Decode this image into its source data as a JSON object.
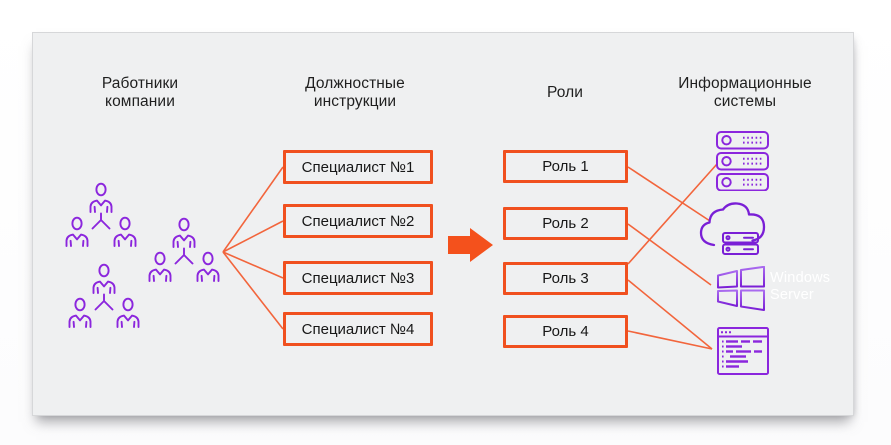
{
  "diagram": {
    "columns": [
      {
        "id": "employees",
        "title": "Работники\nкомпании"
      },
      {
        "id": "instructions",
        "title": "Должностные\nинструкции"
      },
      {
        "id": "roles",
        "title": "Роли"
      },
      {
        "id": "systems",
        "title": "Информационные\nсистемы"
      }
    ],
    "instruction_boxes": [
      "Специалист №1",
      "Специалист №2",
      "Специалист №3",
      "Специалист №4"
    ],
    "role_boxes": [
      "Роль 1",
      "Роль 2",
      "Роль 3",
      "Роль 4"
    ],
    "systems": [
      {
        "icon": "server-stack-icon"
      },
      {
        "icon": "cloud-server-icon"
      },
      {
        "icon": "windows-logo-icon",
        "label": "Windows\nServer"
      },
      {
        "icon": "code-window-icon"
      }
    ],
    "employee_group_count": 3,
    "connections": {
      "employees_to_instructions": [
        "Специалист №1",
        "Специалист №2",
        "Специалист №3",
        "Специалист №4"
      ],
      "instructions_to_roles": "arrow",
      "roles_to_systems": [
        {
          "from": "Роль 1",
          "to": "cloud-server"
        },
        {
          "from": "Роль 2",
          "to": "windows-server"
        },
        {
          "from": "Роль 3",
          "to": "server-stack"
        },
        {
          "from": "Роль 3",
          "to": "code-window"
        },
        {
          "from": "Роль 4",
          "to": "code-window"
        }
      ]
    },
    "colors": {
      "accent_orange": "#F0501F",
      "connector_orange": "#F2653C",
      "icon_purple": "#8B26DD",
      "windows_purple_light": "#A96BEF",
      "windows_purple_dark": "#7B1FD6",
      "text": "#1F1F1F",
      "card_bg": "#EFF0F1",
      "windows_label_color": "#FFFFFF"
    }
  }
}
